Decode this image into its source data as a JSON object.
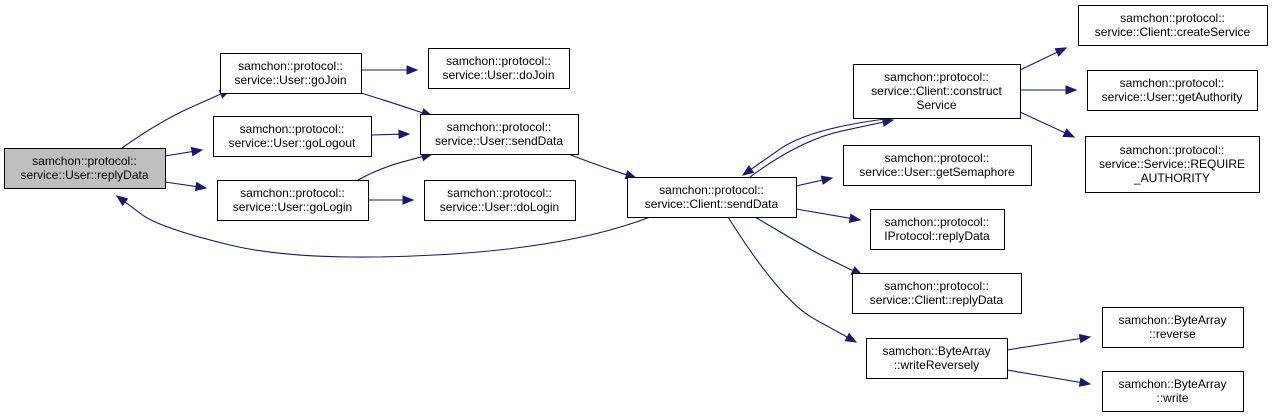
{
  "colors": {
    "edge": "#191970",
    "root_fill": "#bfbfbf",
    "node_fill": "#ffffff",
    "border": "#000000"
  },
  "nodes": [
    {
      "id": "user-replydata",
      "root": true,
      "lines": [
        "samchon::protocol::",
        "service::User::replyData"
      ]
    },
    {
      "id": "user-gojoin",
      "lines": [
        "samchon::protocol::",
        "service::User::goJoin"
      ]
    },
    {
      "id": "user-gologout",
      "lines": [
        "samchon::protocol::",
        "service::User::goLogout"
      ]
    },
    {
      "id": "user-gologin",
      "lines": [
        "samchon::protocol::",
        "service::User::goLogin"
      ]
    },
    {
      "id": "user-dojoin",
      "lines": [
        "samchon::protocol::",
        "service::User::doJoin"
      ]
    },
    {
      "id": "user-senddata",
      "lines": [
        "samchon::protocol::",
        "service::User::sendData"
      ]
    },
    {
      "id": "user-dologin",
      "lines": [
        "samchon::protocol::",
        "service::User::doLogin"
      ]
    },
    {
      "id": "client-senddata",
      "lines": [
        "samchon::protocol::",
        "service::Client::sendData"
      ]
    },
    {
      "id": "client-constructservice",
      "lines": [
        "samchon::protocol::",
        "service::Client::construct",
        "Service"
      ]
    },
    {
      "id": "user-getsemaphore",
      "lines": [
        "samchon::protocol::",
        "service::User::getSemaphore"
      ]
    },
    {
      "id": "iprotocol-replydata",
      "lines": [
        "samchon::protocol::",
        "IProtocol::replyData"
      ]
    },
    {
      "id": "client-replydata",
      "lines": [
        "samchon::protocol::",
        "service::Client::replyData"
      ]
    },
    {
      "id": "bytearray-writereversely",
      "lines": [
        "samchon::ByteArray",
        "::writeReversely"
      ]
    },
    {
      "id": "client-createservice",
      "lines": [
        "samchon::protocol::",
        "service::Client::createService"
      ]
    },
    {
      "id": "user-getauthority",
      "lines": [
        "samchon::protocol::",
        "service::User::getAuthority"
      ]
    },
    {
      "id": "service-require-authority",
      "lines": [
        "samchon::protocol::",
        "service::Service::REQUIRE",
        "_AUTHORITY"
      ]
    },
    {
      "id": "bytearray-reverse",
      "lines": [
        "samchon::ByteArray",
        "::reverse"
      ]
    },
    {
      "id": "bytearray-write",
      "lines": [
        "samchon::ByteArray",
        "::write"
      ]
    }
  ],
  "edges": [
    {
      "from": "user-replydata",
      "to": "user-gojoin"
    },
    {
      "from": "user-replydata",
      "to": "user-gologout"
    },
    {
      "from": "user-replydata",
      "to": "user-gologin"
    },
    {
      "from": "user-gojoin",
      "to": "user-dojoin"
    },
    {
      "from": "user-gojoin",
      "to": "user-senddata"
    },
    {
      "from": "user-gologout",
      "to": "user-senddata"
    },
    {
      "from": "user-gologin",
      "to": "user-senddata"
    },
    {
      "from": "user-gologin",
      "to": "user-dologin"
    },
    {
      "from": "user-senddata",
      "to": "client-senddata"
    },
    {
      "from": "client-senddata",
      "to": "user-replydata"
    },
    {
      "from": "client-senddata",
      "to": "client-constructservice"
    },
    {
      "from": "client-constructservice",
      "to": "client-senddata"
    },
    {
      "from": "client-senddata",
      "to": "user-getsemaphore"
    },
    {
      "from": "client-senddata",
      "to": "iprotocol-replydata"
    },
    {
      "from": "client-senddata",
      "to": "client-replydata"
    },
    {
      "from": "client-senddata",
      "to": "bytearray-writereversely"
    },
    {
      "from": "client-constructservice",
      "to": "client-createservice"
    },
    {
      "from": "client-constructservice",
      "to": "user-getauthority"
    },
    {
      "from": "client-constructservice",
      "to": "service-require-authority"
    },
    {
      "from": "bytearray-writereversely",
      "to": "bytearray-reverse"
    },
    {
      "from": "bytearray-writereversely",
      "to": "bytearray-write"
    }
  ]
}
